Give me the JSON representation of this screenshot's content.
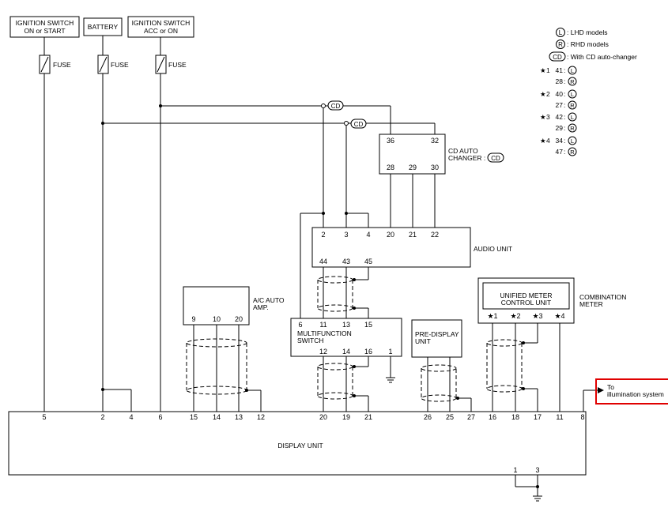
{
  "sources": {
    "ign_on_start": [
      "IGNITION SWITCH",
      "ON or START"
    ],
    "battery": "BATTERY",
    "ign_acc_on": [
      "IGNITION SWITCH",
      "ACC or ON"
    ],
    "fuse": "FUSE"
  },
  "legend": {
    "l_sym": "L",
    "r_sym": "R",
    "cd_sym": "CD",
    "lhd": ": LHD models",
    "rhd": ": RHD models",
    "cd": ": With CD auto-changer",
    "star": "★",
    "star_rows": [
      {
        "n": "1",
        "l": "41",
        "r": "28"
      },
      {
        "n": "2",
        "l": "40",
        "r": "27"
      },
      {
        "n": "3",
        "l": "42",
        "r": "29"
      },
      {
        "n": "4",
        "l": "34",
        "r": "47"
      }
    ]
  },
  "cd_changer": {
    "title": [
      "CD AUTO",
      "CHANGER :"
    ],
    "pins_top": [
      "36",
      "32"
    ],
    "pins_bottom": [
      "28",
      "29",
      "30"
    ]
  },
  "audio_unit": {
    "title": "AUDIO UNIT",
    "pins_top": [
      "2",
      "3",
      "4",
      "20",
      "21",
      "22"
    ],
    "pins_bottom": [
      "44",
      "43",
      "45"
    ]
  },
  "ac_amp": {
    "title": [
      "A/C AUTO",
      "AMP."
    ],
    "pins": [
      "9",
      "10",
      "20"
    ]
  },
  "multifunction_switch": {
    "title": [
      "MULTIFUNCTION",
      "SWITCH"
    ],
    "pins_top": [
      "6",
      "11",
      "13",
      "15"
    ],
    "pins_bottom": [
      "12",
      "14",
      "16",
      "1"
    ]
  },
  "pre_display": {
    "title": [
      "PRE-DISPLAY",
      "UNIT"
    ]
  },
  "unified_meter": {
    "title": [
      "UNIFIED METER",
      "CONTROL UNIT"
    ],
    "pins": [
      "★1",
      "★2",
      "★3",
      "★4"
    ],
    "outer_title": [
      "COMBINATION",
      "METER"
    ]
  },
  "illumination": {
    "label": [
      "To",
      "illumination system"
    ]
  },
  "display_unit": {
    "title": "DISPLAY UNIT",
    "pins": [
      "5",
      "2",
      "4",
      "6",
      "15",
      "14",
      "13",
      "12",
      "20",
      "19",
      "21",
      "26",
      "25",
      "27",
      "16",
      "18",
      "17",
      "11",
      "8"
    ],
    "ground_pins": [
      "1",
      "3"
    ]
  },
  "colors": {
    "highlight": "#e00000"
  }
}
